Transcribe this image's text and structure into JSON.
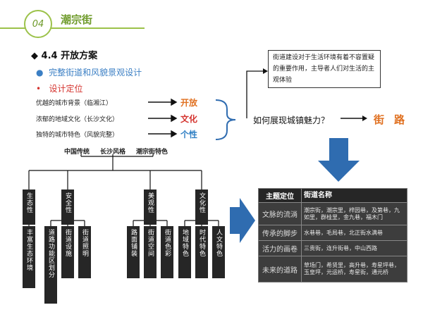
{
  "header": {
    "number": "04",
    "title": "潮宗街"
  },
  "section": {
    "marker": "◆",
    "title": "4.4  开放方案"
  },
  "bullets": [
    {
      "marker": "●",
      "text": "完整街道和风貌景观设计"
    },
    {
      "marker": "•",
      "text": "设计定位"
    }
  ],
  "positioning": [
    {
      "label": "优越的城市背景（临湘江）",
      "keyword": "开放",
      "color": "#e07020"
    },
    {
      "label": "浓郁的地域文化（长沙文化）",
      "keyword": "文化",
      "color": "#d4332e"
    },
    {
      "label": "独特的城市特色（风貌完整）",
      "keyword": "个性",
      "color": "#2f7fc4"
    }
  ],
  "question": "如何展现城镇魅力？",
  "street_label": "街路",
  "note": "街道建设对于生活环境有着不容置疑的重要作用，主导者人们对生活的主观体验",
  "trio": [
    "中国传统",
    "长沙风格",
    "潮宗街特色"
  ],
  "tree": [
    {
      "name": "生态性",
      "children": [
        "丰富生态环境"
      ]
    },
    {
      "name": "安全性",
      "children": [
        "道路功能区划分",
        "街道设施",
        "街道照明"
      ]
    },
    {
      "name": "美观性",
      "children": [
        "路面铺装",
        "街道空间",
        "街道色彩"
      ]
    },
    {
      "name": "文化性",
      "children": [
        "地域特色",
        "时代特色",
        "人文特色"
      ]
    }
  ],
  "table": {
    "headers": [
      "主题定位",
      "街道名称"
    ],
    "rows": [
      [
        "文脉的流淌",
        "潮宗街，潮宗里，梓园巷，及第巷，九如里，群桂里，金九巷，福木门"
      ],
      [
        "传承的脚步",
        "水巷巷，毛局巷，北正街水满巷"
      ],
      [
        "活力的画卷",
        "三贵街，连升街巷，中山西路"
      ],
      [
        "未来的道路",
        "草场门，希贤里，高升巷，寿星坪巷，玉皇坪，元运桥，寿星街，通元桥"
      ]
    ]
  },
  "colors": {
    "accent_green": "#9cc24a",
    "dark_box": "#262626",
    "arrow_blue": "#2f6cb0"
  }
}
